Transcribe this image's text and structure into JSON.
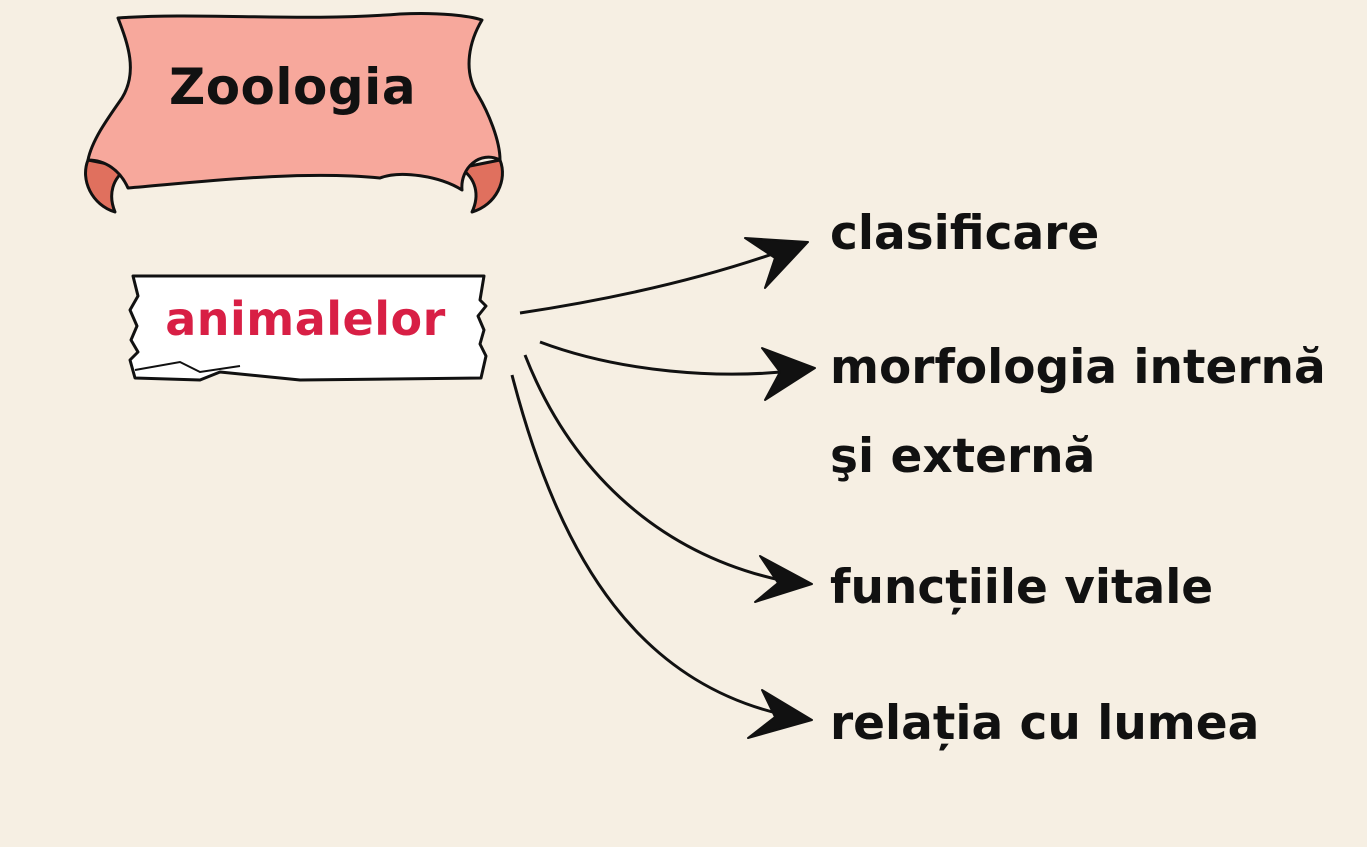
{
  "title": "Zoologia",
  "subject": "animalelor",
  "branches": [
    {
      "line1": "clasificare",
      "line2": ""
    },
    {
      "line1": "morfologia internă",
      "line2": "şi externă"
    },
    {
      "line1": "funcțiile vitale",
      "line2": ""
    },
    {
      "line1": "relația cu lumea",
      "line2": ""
    }
  ],
  "colors": {
    "background": "#f6efe3",
    "banner_fill": "#f7a89c",
    "banner_curl": "#e0705e",
    "subject_text": "#d81f45",
    "ink": "#111111"
  }
}
